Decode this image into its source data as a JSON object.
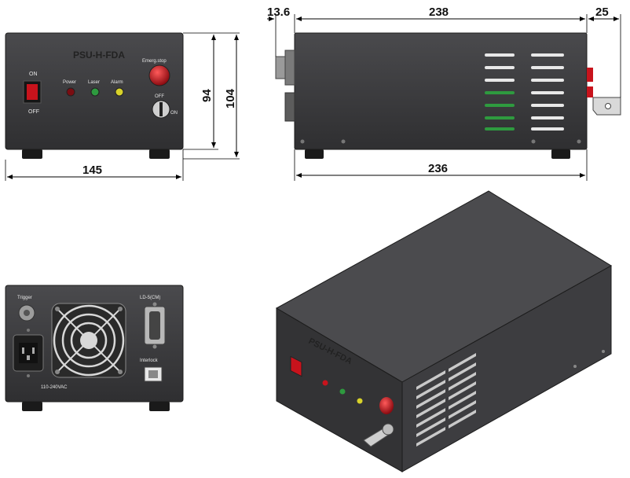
{
  "dimensions": {
    "front_width": "145",
    "front_height_body": "94",
    "front_height_total": "104",
    "side_front_offset": "13.6",
    "side_length_top": "238",
    "side_rear_offset": "25",
    "side_length_bottom": "236"
  },
  "front_panel": {
    "brand": "PSU-H-FDA",
    "switch_on": "ON",
    "switch_off": "OFF",
    "indicator_power": "Power",
    "indicator_laser": "Laser",
    "indicator_alarm": "Alarm",
    "emergency_stop": "Emerg.stop",
    "key_off": "OFF",
    "key_on": "ON"
  },
  "rear_panel": {
    "trigger": "Trigger",
    "db_connector": "LD-5(CM)",
    "interlock": "Interlock",
    "mains": "110-240VAC"
  },
  "iso_view": {
    "brand": "PSU-H-FDA"
  },
  "colors": {
    "housing": "#3a3a3c",
    "housing_light": "#4a4a4d",
    "red_button": "#c8131c",
    "green_led": "#2e9a3f",
    "yellow_led": "#d8d22a",
    "dimension_line": "#000000"
  }
}
